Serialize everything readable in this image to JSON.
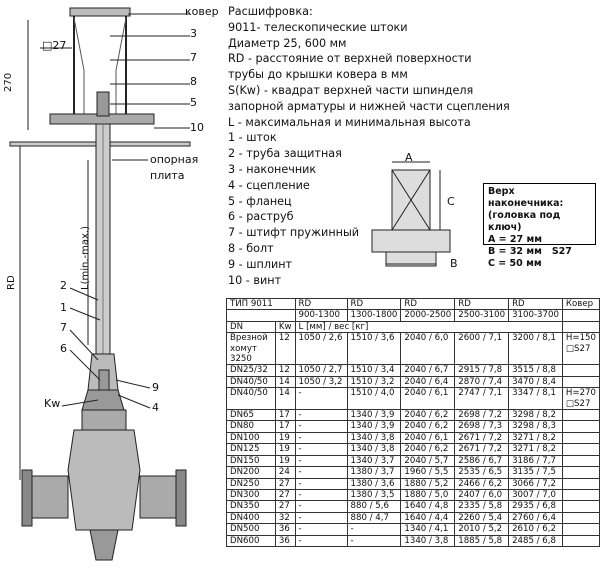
{
  "drawing": {
    "labels": {
      "cover": "ковер",
      "square": "□27",
      "height": "270",
      "rd": "RD",
      "length": "L(min.-max.)",
      "plate1": "опорная",
      "plate2": "плита",
      "kw": "Kw",
      "n3": "3",
      "n7": "7",
      "n8": "8",
      "n5": "5",
      "n10": "10",
      "n2": "2",
      "n1": "1",
      "n7b": "7",
      "n6": "6",
      "n9": "9",
      "n4": "4"
    }
  },
  "legend": {
    "title": "Расшифровка:",
    "lines": [
      "9011- телескопические штоки",
      "Диаметр 25, 600 мм",
      "RD - расстояние от верхней поверхности",
      "трубы до крышки ковера в мм",
      "S(Kw) - квадрат верхней части шпинделя",
      "запорной арматуры и нижней части сцепления",
      "L - максимальная и минимальная высота",
      "1 - шток",
      "2 - труба защитная",
      "3 - наконечник",
      "4 - сцепление",
      "5 - фланец",
      "6 - раструб",
      "7 - штифт пружинный",
      "8 - болт",
      "9 - шплинт",
      "10 - винт"
    ]
  },
  "tip": {
    "a": "A",
    "b": "B",
    "c": "C",
    "box_title1": "Верх наконечника:",
    "box_title2": "(головка под ключ)",
    "line_a": "A = 27 мм",
    "line_b": "B = 32 мм",
    "s27": "S27",
    "line_c": "C = 50 мм"
  },
  "table": {
    "title": "ТИП 9011",
    "rd": "RD",
    "cover": "Ковер",
    "ranges": [
      "900-1300",
      "1300-1800",
      "2000-2500",
      "2500-3100",
      "3100-3700"
    ],
    "dn": "DN",
    "kw": "Kw",
    "l_unit": "L [мм] / вес [кг]",
    "cover1": "H=150",
    "cover1b": "□S27",
    "cover2": "H=270",
    "cover2b": "□S27",
    "rows": [
      [
        "Врезной\nхомут 3250",
        "12",
        "1050 / 2,6",
        "1510 / 3,6",
        "2040 / 6,0",
        "2600 / 7,1",
        "3200 / 8,1"
      ],
      [
        "DN25/32",
        "12",
        "1050 / 2,7",
        "1510 / 3,4",
        "2040 / 6,7",
        "2915 / 7,8",
        "3515 / 8,8"
      ],
      [
        "DN40/50",
        "14",
        "1050 / 3,2",
        "1510 / 3,2",
        "2040 / 6,4",
        "2870 / 7,4",
        "3470 / 8,4"
      ],
      [
        "DN40/50",
        "14",
        "-",
        "1510 / 4,0",
        "2040 / 6,1",
        "2747 / 7,1",
        "3347 / 8,1"
      ],
      [
        "DN65",
        "17",
        "-",
        "1340 / 3,9",
        "2040 / 6,2",
        "2698 / 7,2",
        "3298 / 8,2"
      ],
      [
        "DN80",
        "17",
        "-",
        "1340 / 3,9",
        "2040 / 6,2",
        "2698 / 7,3",
        "3298 / 8,3"
      ],
      [
        "DN100",
        "19",
        "-",
        "1340 / 3,8",
        "2040 / 6,1",
        "2671 / 7,2",
        "3271 / 8,2"
      ],
      [
        "DN125",
        "19",
        "-",
        "1340 / 3,8",
        "2040 / 6,2",
        "2671 / 7,2",
        "3271 / 8,2"
      ],
      [
        "DN150",
        "19",
        "-",
        "1340 / 3,7",
        "2040 / 5,7",
        "2586 / 6,7",
        "3186 / 7,7"
      ],
      [
        "DN200",
        "24",
        "-",
        "1380 / 3,7",
        "1960 / 5,5",
        "2535 / 6,5",
        "3135 / 7,5"
      ],
      [
        "DN250",
        "27",
        "-",
        "1380 / 3,6",
        "1880 / 5,2",
        "2466 / 6,2",
        "3066 / 7,2"
      ],
      [
        "DN300",
        "27",
        "-",
        "1380 / 3,5",
        "1880 / 5,0",
        "2407 / 6,0",
        "3007 / 7,0"
      ],
      [
        "DN350",
        "27",
        "-",
        "880 / 5,6",
        "1640 / 4,8",
        "2335 / 5,8",
        "2935 / 6,8"
      ],
      [
        "DN400",
        "32",
        "-",
        "880 / 4,7",
        "1640 / 4,4",
        "2260 / 5,4",
        "2760 / 6,4"
      ],
      [
        "DN500",
        "36",
        "-",
        "-",
        "1340 / 4,1",
        "2010 / 5,2",
        "2610 / 6,2"
      ],
      [
        "DN600",
        "36",
        "-",
        "-",
        "1340 / 3,8",
        "1885 / 5,8",
        "2485 / 6,8"
      ]
    ]
  }
}
